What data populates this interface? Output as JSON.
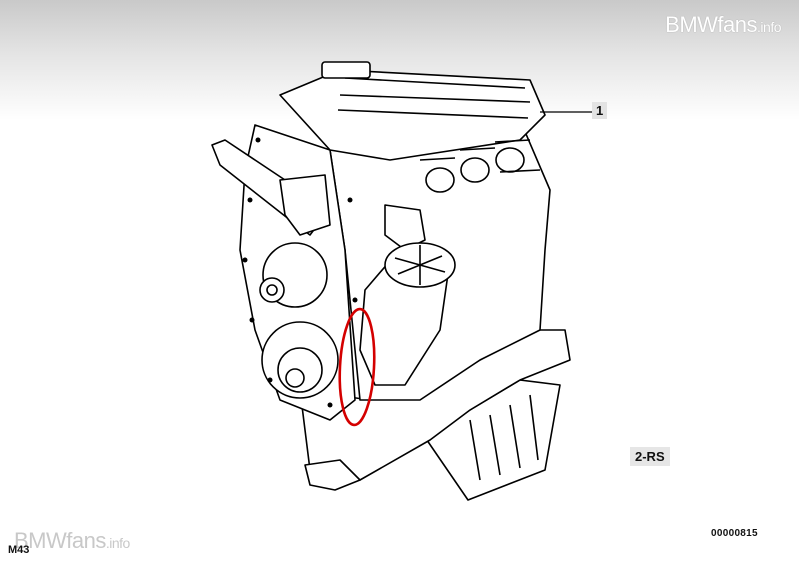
{
  "watermark": {
    "brand": "BMWfans",
    "suffix": ".info"
  },
  "model_code": "M43",
  "document_number": "00000815",
  "callouts": [
    {
      "label": "1"
    }
  ],
  "variant_label": "2-RS",
  "colors": {
    "highlight": "#d40000",
    "line": "#000000",
    "label_bg": "#e3e3e3"
  },
  "diagram": {
    "subject": "engine"
  }
}
